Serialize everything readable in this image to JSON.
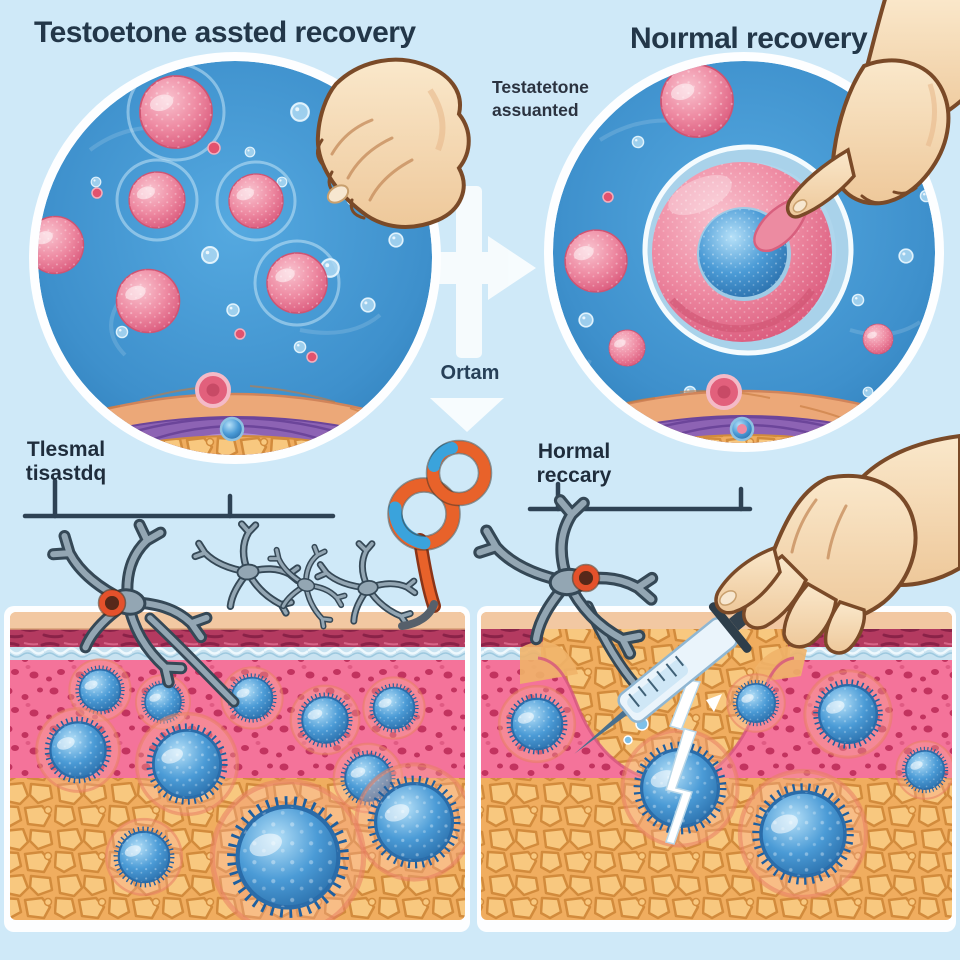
{
  "figure": {
    "title_left": "Testoetone assted recovery",
    "title_right": "Noırmal recovery",
    "note_line1": "Testatetone",
    "note_line2": "assuanted",
    "flow_label": "Ortam",
    "label_left_line1": "Tlesmal",
    "label_left_line2": "tisastdq",
    "label_right_line1": "Hormal",
    "label_right_line2": "reccary"
  },
  "icons": {
    "flow_arrow_right": "white-right-arrow",
    "flow_arrow_down": "white-down-arrow",
    "hand_left": "hand-poking-icon",
    "hand_right": "hand-pinching-icon",
    "syringe": "syringe-icon",
    "linked_rings": "orange-blue-rings-icon",
    "neuron": "branching-neuron-shape"
  },
  "colors": {
    "background": "#cfe9f8",
    "fluid_blue": "#3e90cc",
    "cell_pink": "#ee8aa2",
    "cell_blue": "#4b9bd6",
    "dermis_pink": "#f4739a",
    "hypodermis_orange": "#f0ad5f",
    "fiber_purple": "#8d63b4",
    "neuron_grey": "#93a6b3",
    "ring_orange": "#e8622a",
    "ring_blue": "#3aa3dc",
    "skin": "#f5dcb6",
    "bracket_dark": "#2e4254",
    "title_text": "#233749",
    "arrow_white": "#f8fcfe"
  }
}
